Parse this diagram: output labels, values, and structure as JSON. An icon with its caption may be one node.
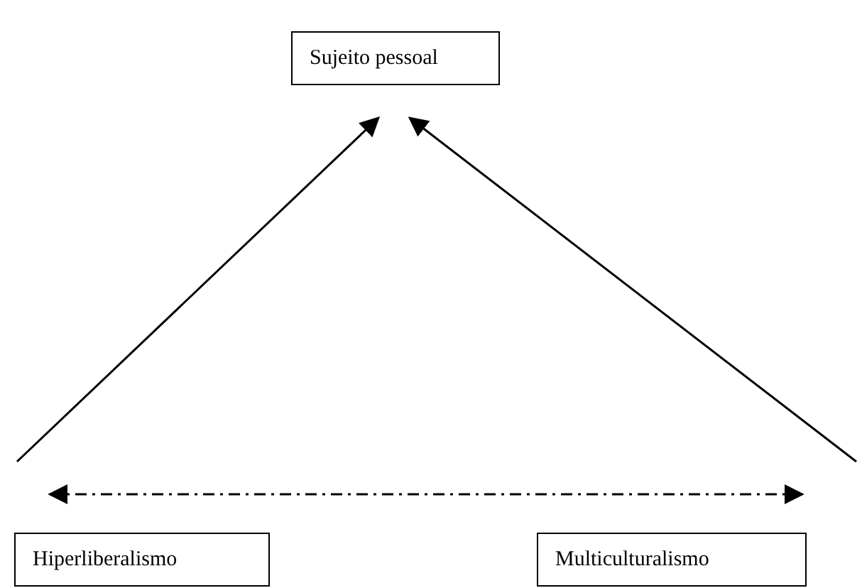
{
  "diagram": {
    "nodes": [
      {
        "text": [
          "Sujeito pessoal"
        ]
      },
      {
        "text": [
          "Hiperliberalismo"
        ]
      },
      {
        "text": [
          "Multiculturalismo"
        ]
      }
    ],
    "edges": [
      {
        "from": 1,
        "to": 0,
        "arrow": "to"
      },
      {
        "from": 2,
        "to": 0,
        "arrow": "to"
      },
      {
        "from": 1,
        "to": 2,
        "arrow": "both",
        "style": "dashed"
      }
    ]
  }
}
